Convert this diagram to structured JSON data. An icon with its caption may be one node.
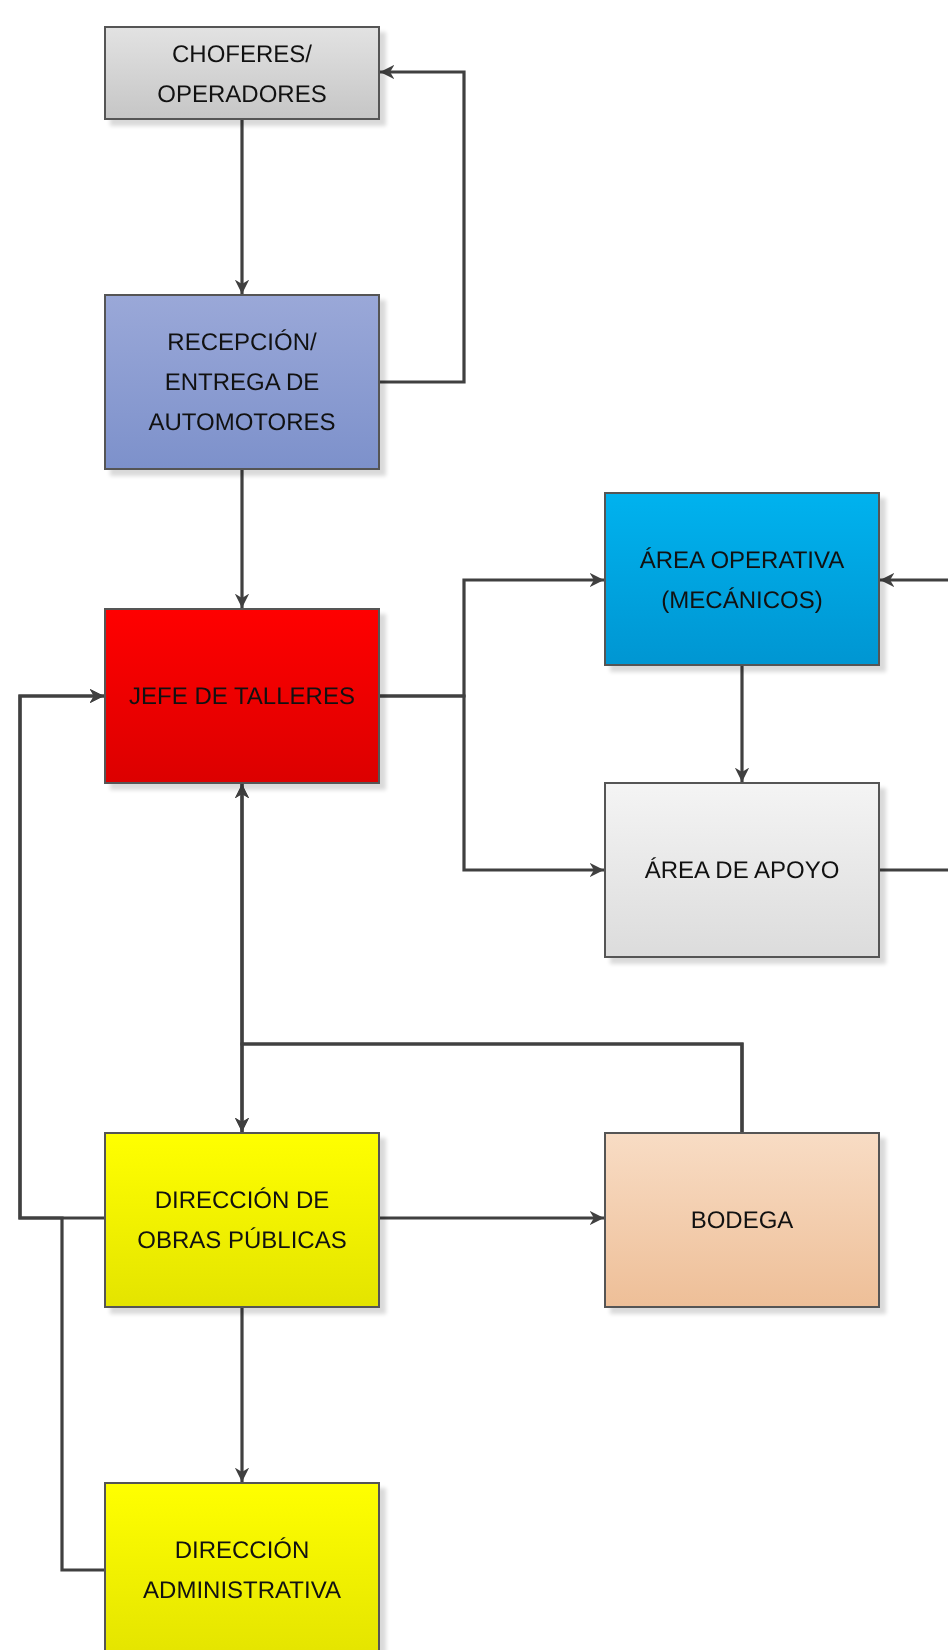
{
  "diagram": {
    "nodes": [
      {
        "text": [
          "CHOFERES/ OPERADORES"
        ]
      },
      {
        "text": [
          "RECEPCIÓN/ ENTREGA DE AUTOMOTORES"
        ]
      },
      {
        "text": [
          "JEFE DE TALLERES"
        ]
      },
      {
        "text": [
          "ÁREA OPERATIVA (MECÁNICOS)"
        ]
      },
      {
        "text": [
          "ÁREA DE APOYO"
        ]
      },
      {
        "text": [
          "DIRECCIÓN DE OBRAS PÚBLICAS"
        ]
      },
      {
        "text": [
          "BODEGA"
        ]
      },
      {
        "text": [
          "DIRECCIÓN ADMINISTRATIVA"
        ]
      }
    ],
    "edges": [
      {
        "from": 0,
        "to": 1,
        "arrow": "to"
      },
      {
        "from": 1,
        "to": 0,
        "arrow": "to"
      },
      {
        "from": 1,
        "to": 2,
        "arrow": "to"
      },
      {
        "from": 2,
        "to": 3,
        "arrow": "to"
      },
      {
        "from": 2,
        "to": 4,
        "arrow": "to"
      },
      {
        "from": 3,
        "to": 4,
        "arrow": "to"
      },
      {
        "from": 4,
        "to": 3,
        "arrow": "to"
      },
      {
        "from": 5,
        "to": 2,
        "arrow": "both"
      },
      {
        "from": 6,
        "to": 2,
        "arrow": "to"
      },
      {
        "from": 6,
        "to": 5,
        "arrow": "to"
      },
      {
        "from": 5,
        "to": 6,
        "arrow": "to"
      },
      {
        "from": 5,
        "to": 2,
        "arrow": "to"
      },
      {
        "from": 7,
        "to": 2,
        "arrow": "to"
      },
      {
        "from": 5,
        "to": 7,
        "arrow": "to"
      }
    ]
  }
}
